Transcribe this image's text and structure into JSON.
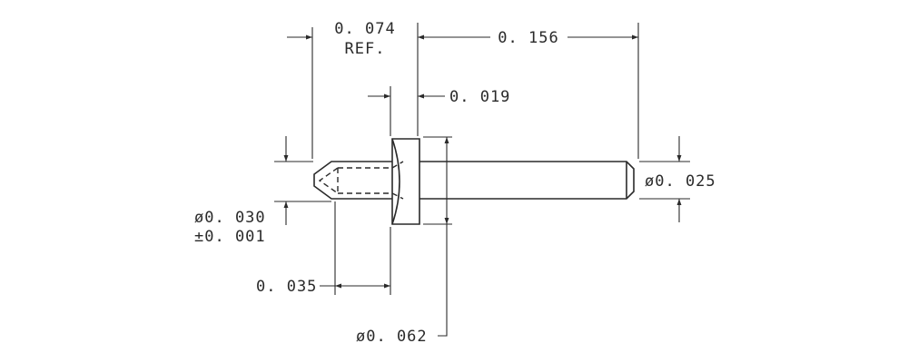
{
  "dimensions": {
    "ref_length": "0. 074",
    "ref_label": "REF.",
    "overall_length": "0. 156",
    "head_thickness": "0. 019",
    "tip_diameter": "ø0. 025",
    "body_diameter": "ø0. 030",
    "body_tolerance": "±0. 001",
    "shank_length": "0. 035",
    "head_diameter": "ø0. 062"
  }
}
